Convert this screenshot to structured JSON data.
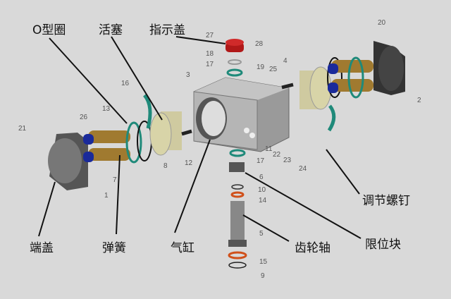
{
  "labels": {
    "o_ring": "O型圈",
    "piston": "活塞",
    "indicator_cap": "指示盖",
    "end_cap": "端盖",
    "spring": "弹簧",
    "cylinder": "气缸",
    "pinion_shaft": "齿轮轴",
    "limit_block": "限位块",
    "adjust_screw": "调节螺钉"
  },
  "part_numbers": [
    "27",
    "28",
    "18",
    "19",
    "17",
    "3",
    "25",
    "4",
    "20",
    "2",
    "16",
    "13",
    "26",
    "21",
    "8",
    "7",
    "1",
    "12",
    "11",
    "22",
    "23",
    "24",
    "17",
    "6",
    "10",
    "14",
    "5",
    "15",
    "9"
  ],
  "colors": {
    "background": "#d9d9d9",
    "indicator": "#b01818",
    "oring_green": "#1f8a7a",
    "oring_orange": "#d0501a",
    "spring_blue": "#1a2a9a",
    "piston": "#d8d4a8",
    "body": "#a8a8a8"
  }
}
